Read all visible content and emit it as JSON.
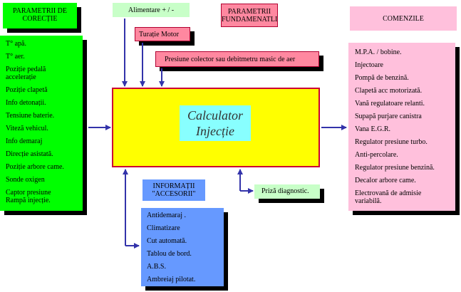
{
  "colors": {
    "green": "#00ff00",
    "light_green": "#c8ffc8",
    "pink": "#ffc0dc",
    "pink_red": "#ff88a0",
    "yellow": "#ffff00",
    "cyan": "#88ffff",
    "blue": "#6699ff",
    "arrow": "#3333aa"
  },
  "headers": {
    "correction": "PARAMETRII DE\nCORECȚIE",
    "supply": "Alimentare + /  -",
    "fundamental": "PARAMETRII\nFUNDAMENATLI",
    "commands": "COMENZILE",
    "accessories": "INFORMAȚII\n\"ACCESORII\""
  },
  "fundamental_inputs": {
    "engine_speed": "Turație Motor",
    "pressure": "Presiune colector sau debitmetru masic de aer"
  },
  "computer": {
    "title_line1": "Calculator",
    "title_line2": "Injecție"
  },
  "diagnostic": "Priză diagnostic.",
  "correction_items": [
    "T° apă.",
    "T° aer.",
    "Poziție pedală\naccelerație",
    "Poziție clapetă",
    "Info detonații.",
    "Tensiune baterie.",
    "Viteză vehicul.",
    "Info demaraj",
    "Direcție asistată.",
    "Poziție arbore came.",
    "Sonde oxigen",
    "Captor presiune\nRampă injecție."
  ],
  "command_items": [
    "M.P.A. / bobine.",
    "Injectoare",
    "Pompă de benzină.",
    "Clapetă acc motorizată.",
    "Vană regulatoare relanti.",
    "Supapă purjare canistra",
    "Vana E.G.R.",
    "Regulator presiune turbo.",
    "Anti-percolare.",
    "Regulator presiune benzină.",
    "Decalor  arbore came.",
    "Electrovană de admisie\nvariabilă."
  ],
  "accessory_items": [
    "Antidemaraj   .",
    "Climatizare",
    "Cut automată.",
    "Tablou de bord.",
    "A.B.S.",
    "Ambreiaj pilotat."
  ]
}
